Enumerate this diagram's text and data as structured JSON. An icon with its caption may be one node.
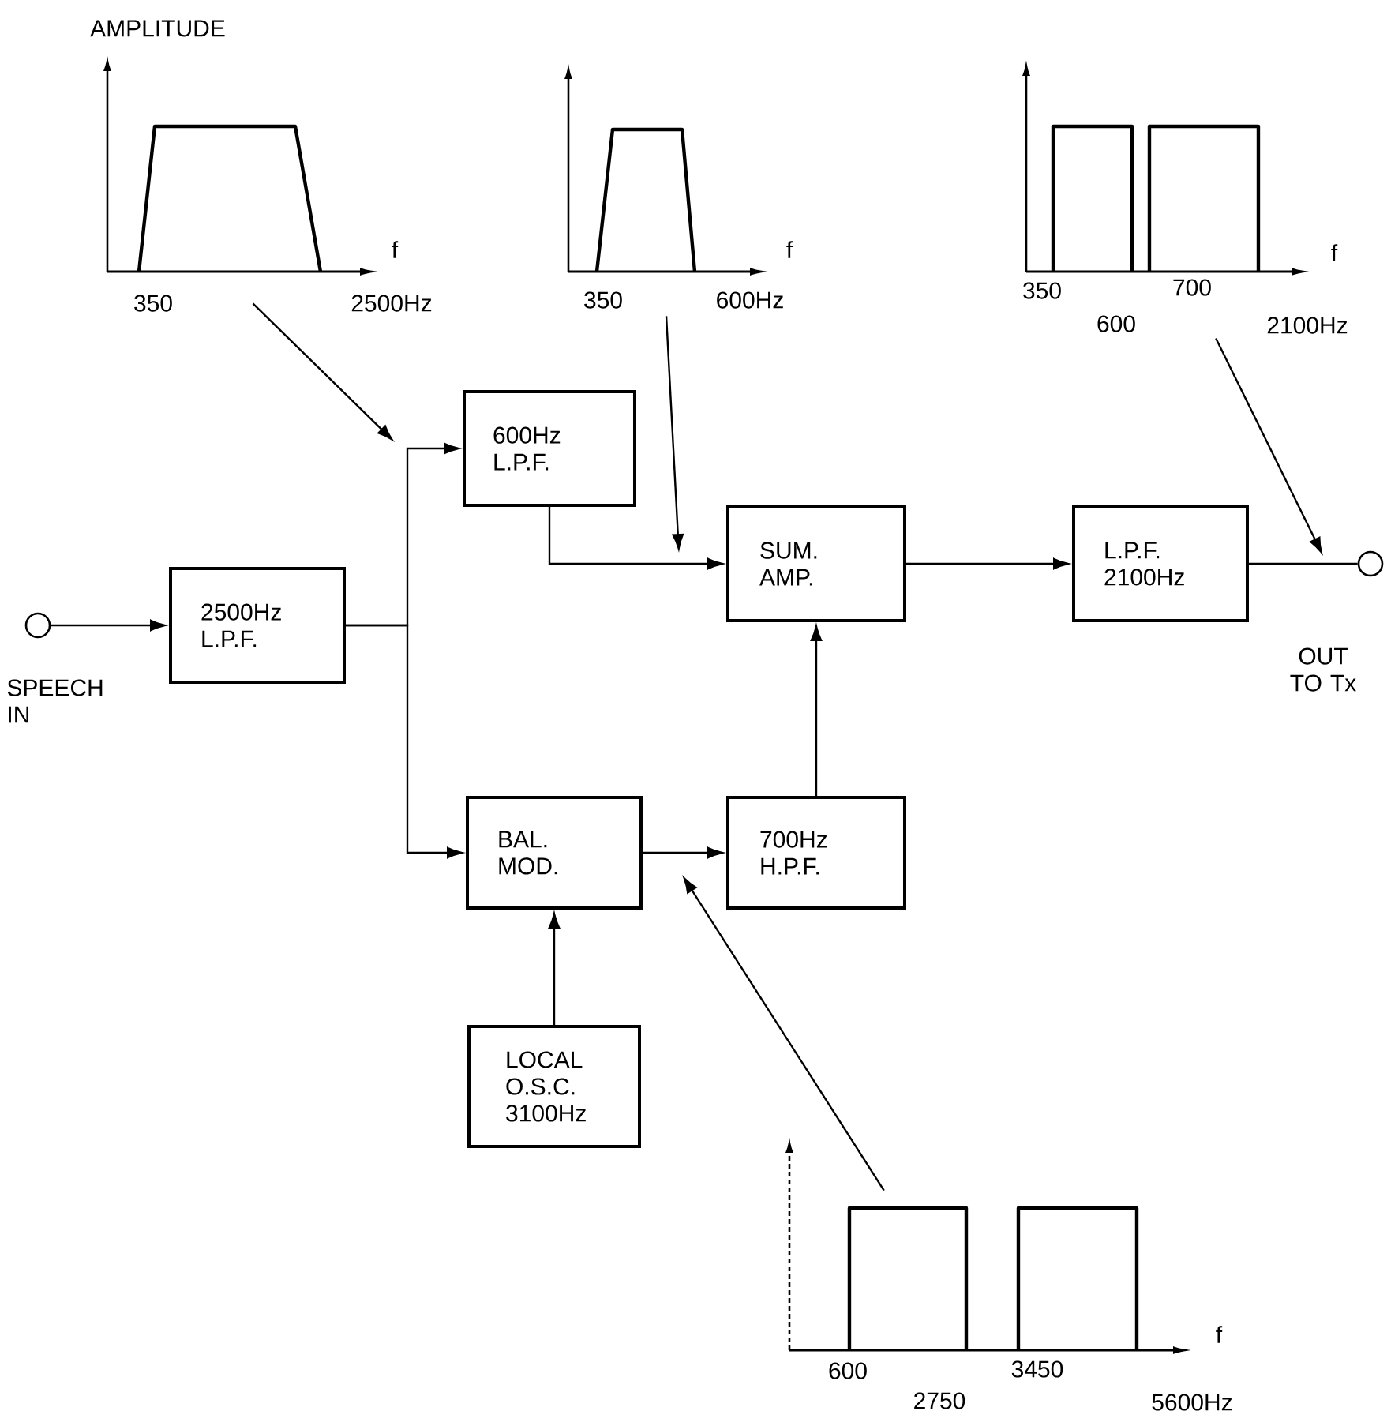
{
  "diagram": {
    "nodes": [
      {
        "text": [
          "AMPLITUDE",
          "f",
          "350",
          "2500Hz"
        ]
      },
      {
        "text": [
          "f",
          "350",
          "600Hz"
        ]
      },
      {
        "text": [
          "f",
          "350",
          "600",
          "700",
          "2100Hz"
        ]
      },
      {
        "text": [],
        "shape": "circle",
        "beside": [
          "SPEECH IN"
        ]
      },
      {
        "text": [
          "2500Hz L.P.F."
        ]
      },
      {
        "text": [
          "600Hz L.P.F."
        ]
      },
      {
        "text": [
          "SUM. AMP."
        ]
      },
      {
        "text": [
          "L.P.F. 2100Hz"
        ]
      },
      {
        "text": [],
        "shape": "circle",
        "beside": [
          "OUT TO Tx"
        ]
      },
      {
        "text": [
          "BAL. MOD."
        ]
      },
      {
        "text": [
          "700Hz H.P.F."
        ]
      },
      {
        "text": [
          "LOCAL O.S.C. 3100Hz"
        ]
      },
      {
        "text": [
          "f",
          "600",
          "2750",
          "3450",
          "5600Hz"
        ]
      }
    ],
    "edges": [
      {
        "from": 3,
        "to": 4,
        "arrow": "to"
      },
      {
        "from": 4,
        "to": 5,
        "arrow": "to"
      },
      {
        "from": 4,
        "to": 9,
        "arrow": "to"
      },
      {
        "from": 5,
        "to": 6,
        "arrow": "to"
      },
      {
        "from": 9,
        "to": 10,
        "arrow": "to"
      },
      {
        "from": 10,
        "to": 6,
        "arrow": "to"
      },
      {
        "from": 6,
        "to": 7,
        "arrow": "to"
      },
      {
        "from": 7,
        "to": 8,
        "arrow": "none"
      },
      {
        "from": 11,
        "to": 9,
        "arrow": "to"
      },
      {
        "from": 0,
        "to": null,
        "arrow": "to"
      },
      {
        "from": 1,
        "to": null,
        "arrow": "to"
      },
      {
        "from": 2,
        "to": null,
        "arrow": "to"
      },
      {
        "from": 12,
        "to": null,
        "arrow": "to"
      }
    ]
  }
}
